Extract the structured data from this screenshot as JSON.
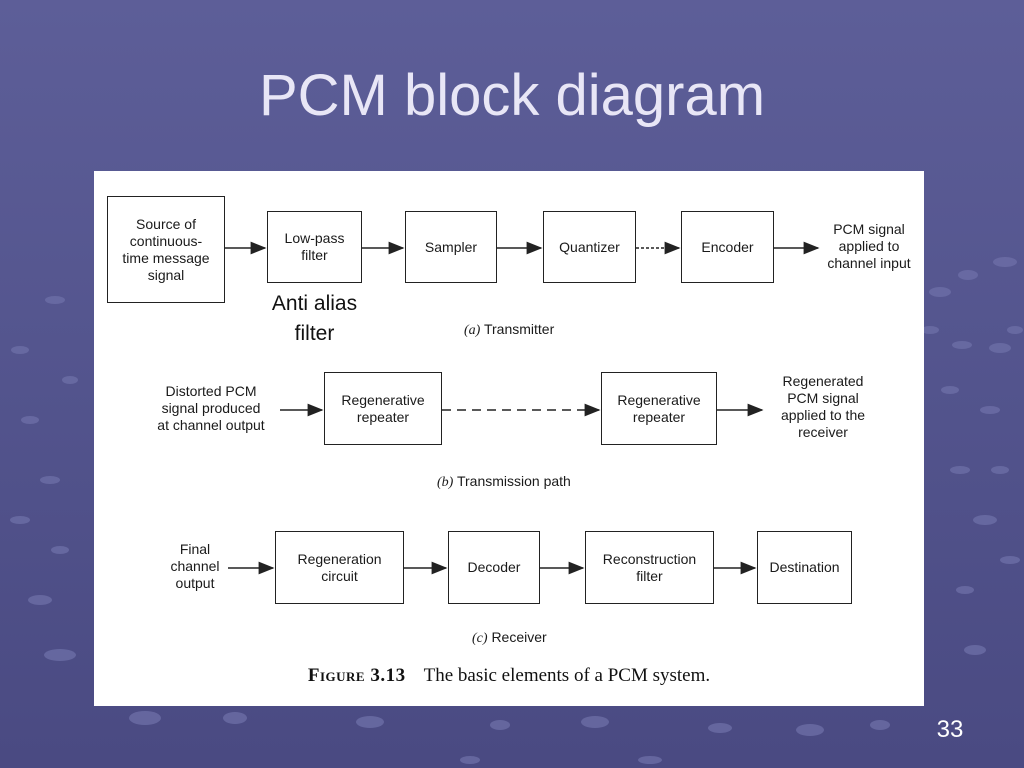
{
  "slide": {
    "title": "PCM block diagram",
    "number": "33"
  },
  "figure": {
    "transmitter": {
      "source": "Source of\ncontinuous-\ntime message\nsignal",
      "lowpass": "Low-pass\nfilter",
      "sampler": "Sampler",
      "quantizer": "Quantizer",
      "encoder": "Encoder",
      "output": "PCM signal\napplied to\nchannel input",
      "annotation": "Anti alias\nfilter",
      "sublabel_letter": "(a)",
      "sublabel_text": "Transmitter"
    },
    "path": {
      "input": "Distorted PCM\nsignal produced\nat channel output",
      "repeater1": "Regenerative\nrepeater",
      "repeater2": "Regenerative\nrepeater",
      "output": "Regenerated\nPCM signal\napplied to the\nreceiver",
      "sublabel_letter": "(b)",
      "sublabel_text": "Transmission path"
    },
    "receiver": {
      "input": "Final\nchannel\noutput",
      "regeneration": "Regeneration\ncircuit",
      "decoder": "Decoder",
      "reconstruction": "Reconstruction\nfilter",
      "destination": "Destination",
      "sublabel_letter": "(c)",
      "sublabel_text": "Receiver"
    },
    "caption_number": "Figure 3.13",
    "caption_text": "The basic elements of a PCM system."
  }
}
